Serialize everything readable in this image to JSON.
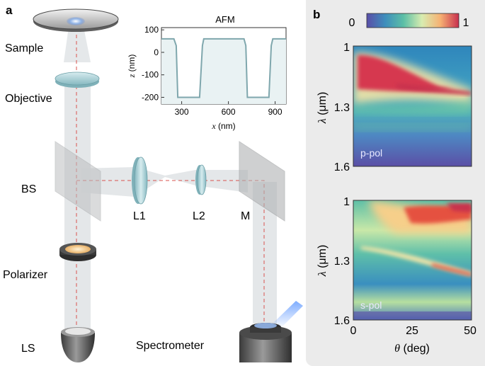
{
  "panel_a": {
    "letter": "a",
    "labels": {
      "sample": "Sample",
      "objective": "Objective",
      "bs": "BS",
      "l1": "L1",
      "l2": "L2",
      "m": "M",
      "polarizer": "Polarizer",
      "ls": "LS",
      "spectrometer": "Spectrometer"
    },
    "afm_inset": {
      "title": "AFM",
      "ylabel_var": "z",
      "ylabel_unit": " (nm)",
      "xlabel_var": "x",
      "xlabel_unit": " (nm)",
      "y_ticks": [
        "100",
        "0",
        "-100",
        "-200"
      ],
      "x_ticks": [
        "300",
        "600",
        "900"
      ]
    }
  },
  "panel_b": {
    "letter": "b",
    "colorbar": {
      "min_label": "0",
      "max_label": "1"
    },
    "map_top": {
      "label": "p-pol",
      "y_ticks": [
        "1",
        "1.3",
        "1.6"
      ]
    },
    "map_bottom": {
      "label": "s-pol",
      "y_ticks": [
        "1",
        "1.3",
        "1.6"
      ],
      "x_ticks": [
        "0",
        "25",
        "50"
      ]
    },
    "ylabel_var": "λ",
    "ylabel_unit": " (μm)",
    "xlabel_var": "θ",
    "xlabel_unit": " (deg)"
  },
  "chart_data": {
    "type": "line",
    "title": "AFM",
    "xlabel": "x (nm)",
    "ylabel": "z (nm)",
    "xlim": [
      170,
      970
    ],
    "ylim": [
      -230,
      110
    ],
    "grid": false,
    "series": [
      {
        "x": [
          170,
          250,
          265,
          275,
          330,
          350,
          415,
          433,
          442,
          700,
          712,
          722,
          780,
          795,
          860,
          875,
          885,
          970
        ],
        "y": [
          60,
          60,
          30,
          -200,
          -200,
          -200,
          -200,
          30,
          60,
          60,
          30,
          -200,
          -200,
          -200,
          -200,
          30,
          60,
          60
        ]
      }
    ]
  },
  "colors": {
    "afm_line": "#7fa7ad",
    "afm_fill": "#e9f2f3",
    "beam": "#d9dddf",
    "axis_dashed": "#d9534f"
  }
}
